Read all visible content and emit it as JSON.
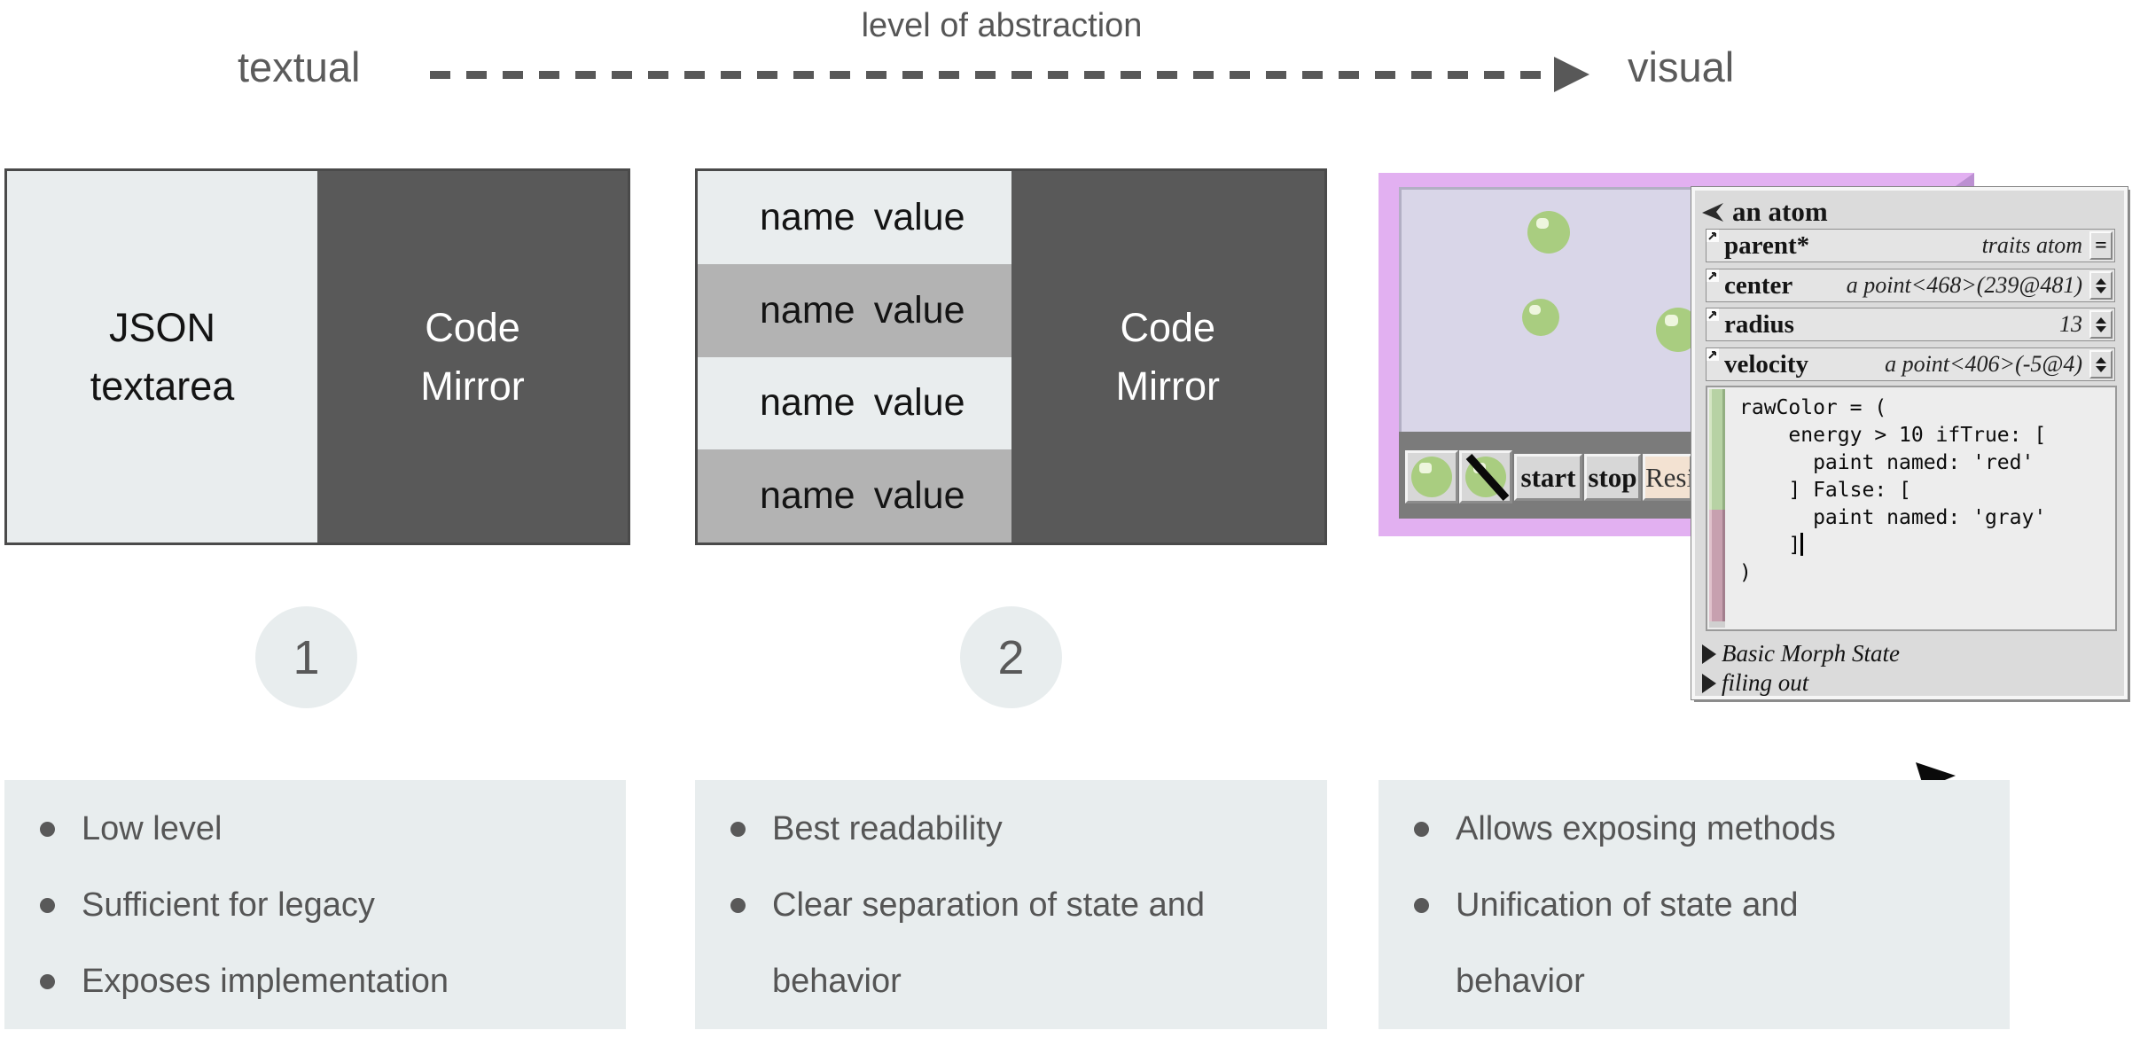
{
  "header": {
    "title": "level of abstraction",
    "left_label": "textual",
    "right_label": "visual"
  },
  "diagram": {
    "box1": {
      "left_label": "JSON textarea",
      "right_label": "Code Mirror"
    },
    "box2": {
      "rows": [
        {
          "name": "name",
          "value": "value"
        },
        {
          "name": "name",
          "value": "value"
        },
        {
          "name": "name",
          "value": "value"
        },
        {
          "name": "name",
          "value": "value"
        }
      ],
      "right_label": "Code Mirror"
    },
    "markers": [
      "1",
      "2"
    ],
    "panels": [
      {
        "items": [
          "Low level",
          "Sufficient for legacy",
          "Exposes implementation"
        ]
      },
      {
        "items": [
          "Best readability",
          "Clear separation of state and behavior"
        ]
      },
      {
        "items": [
          "Allows exposing methods",
          "Unification of state and behavior"
        ]
      }
    ]
  },
  "self_ui": {
    "toolbar": {
      "start": "start",
      "stop": "stop",
      "reset_partial": "Resi"
    },
    "inspector": {
      "title": "an atom",
      "rows": [
        {
          "label": "parent*",
          "value": "traits atom",
          "button": "="
        },
        {
          "label": "center",
          "value": "a point<468>(239@481)"
        },
        {
          "label": "radius",
          "value": "13"
        },
        {
          "label": "velocity",
          "value": "a point<406>(-5@4)"
        }
      ],
      "code_lines": [
        "rawColor = (",
        "    energy > 10 ifTrue: [",
        "      paint named: 'red'",
        "    ] False: [",
        "      paint named: 'gray'",
        "    ]",
        ")"
      ],
      "expanders": [
        "Basic Morph State",
        "filing out"
      ]
    }
  },
  "colors": {
    "accent_purple": "#e2b0f1",
    "canvas_lavender": "#d9d6e8",
    "atom_green": "#a9cd80",
    "dark_fill": "#595959",
    "light_fill": "#e9edee",
    "row_gray": "#b3b3b3",
    "panel_bg": "#e8edee",
    "scroll_green": "#b7d2a4",
    "scroll_pink": "#c7a0af"
  }
}
